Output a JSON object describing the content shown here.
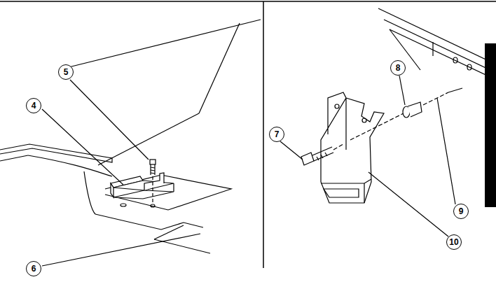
{
  "diagram": {
    "labels": [
      "5",
      "4",
      "6",
      "7",
      "8",
      "9",
      "10"
    ]
  }
}
